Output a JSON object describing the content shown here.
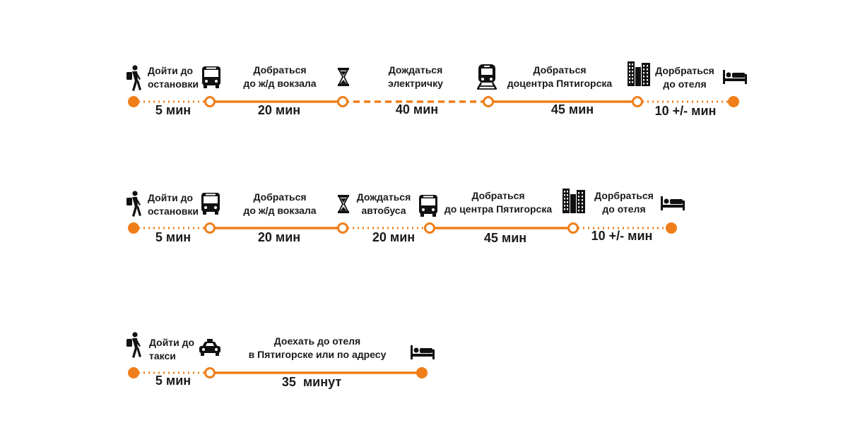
{
  "accent_color": "#f07e1a",
  "icon_color": "#111111",
  "routes": [
    {
      "name": "train-route",
      "segments": [
        {
          "style": "dotted",
          "duration": "5 мин"
        },
        {
          "style": "solid",
          "duration": "20 мин"
        },
        {
          "style": "dashed",
          "duration": "40 мин"
        },
        {
          "style": "solid",
          "duration": "45 мин"
        },
        {
          "style": "dotted",
          "duration": "10 +/- мин"
        }
      ],
      "steps": [
        {
          "icon": "walking-person-icon",
          "label": "Дойти до\nостановки"
        },
        {
          "icon": "bus-icon",
          "label": "Добраться\nдо ж/д вокзала"
        },
        {
          "icon": "hourglass-icon",
          "label": "Дождаться\nэлектричку"
        },
        {
          "icon": "train-icon",
          "label": "Добраться\nдоцентра Пятигорска"
        },
        {
          "icon": "buildings-icon",
          "label": "Дорбраться\nдо отеля"
        },
        {
          "icon": "bed-icon",
          "label": ""
        }
      ]
    },
    {
      "name": "bus-route",
      "segments": [
        {
          "style": "dotted",
          "duration": "5 мин"
        },
        {
          "style": "solid",
          "duration": "20 мин"
        },
        {
          "style": "dotted",
          "duration": "20 мин"
        },
        {
          "style": "solid",
          "duration": "45 мин"
        },
        {
          "style": "dotted",
          "duration": "10 +/- мин"
        }
      ],
      "steps": [
        {
          "icon": "walking-person-icon",
          "label": "Дойти до\nостановки"
        },
        {
          "icon": "bus-icon",
          "label": "Добраться\nдо ж/д вокзала"
        },
        {
          "icon": "hourglass-icon",
          "label": "Дождаться\nавтобуса"
        },
        {
          "icon": "bus-icon",
          "label": "Добраться\nдо центра Пятигорска"
        },
        {
          "icon": "buildings-icon",
          "label": "Дорбраться\nдо отеля"
        },
        {
          "icon": "bed-icon",
          "label": ""
        }
      ]
    },
    {
      "name": "taxi-route",
      "segments": [
        {
          "style": "dotted",
          "duration": "5 мин"
        },
        {
          "style": "solid",
          "duration": "35  минут"
        }
      ],
      "steps": [
        {
          "icon": "walking-person-icon",
          "label": "Дойти до\nтакси"
        },
        {
          "icon": "taxi-icon",
          "label": "Доехать до отеля\nв Пятигорске или по адресу"
        },
        {
          "icon": "bed-icon",
          "label": ""
        }
      ]
    }
  ]
}
